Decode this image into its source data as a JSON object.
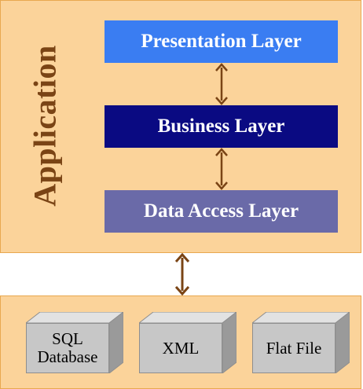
{
  "application": {
    "label": "Application"
  },
  "layers": [
    {
      "label": "Presentation Layer"
    },
    {
      "label": "Business Layer"
    },
    {
      "label": "Data Access Layer"
    }
  ],
  "data_stores": [
    {
      "label": "SQL\nDatabase"
    },
    {
      "label": "XML"
    },
    {
      "label": "Flat File"
    }
  ],
  "colors": {
    "panel_fill": "#fbd39a",
    "panel_border": "#e8a850",
    "application_text": "#7a4415",
    "presentation_fill": "#3a7df2",
    "business_fill": "#0a0a82",
    "data_access_fill": "#6a6aa8",
    "arrow": "#7a4415",
    "store_fill": "#c7c7c7"
  }
}
